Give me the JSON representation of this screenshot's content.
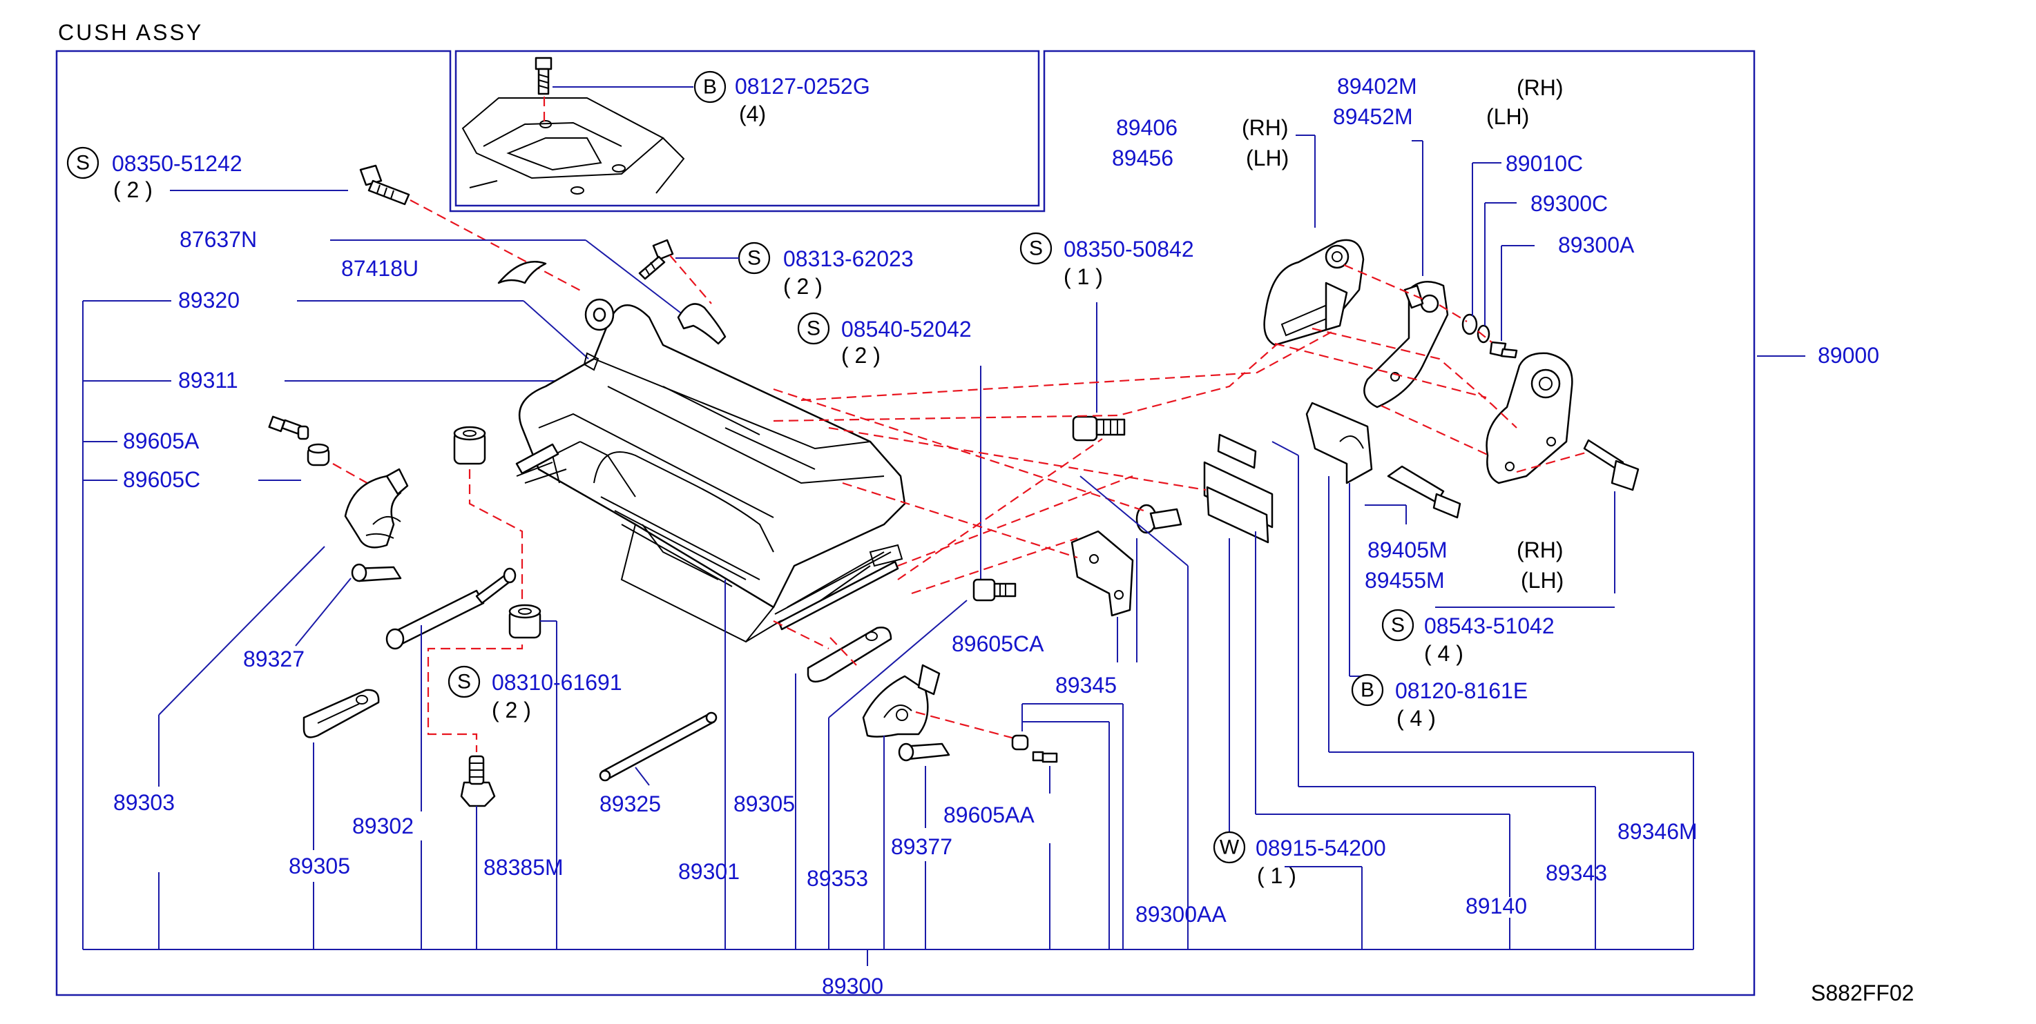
{
  "title": "CUSH ASSY",
  "figure_code": "S882FF02",
  "callouts": {
    "b_0812702520": {
      "symbol": "B",
      "part": "08127-0252G",
      "qty": "(4)"
    },
    "s_0835051242": {
      "symbol": "S",
      "part": "08350-51242",
      "qty": "( 2 )"
    },
    "s_0831362023": {
      "symbol": "S",
      "part": "08313-62023",
      "qty": "( 2 )"
    },
    "s_0854052042": {
      "symbol": "S",
      "part": "08540-52042",
      "qty": "( 2 )"
    },
    "s_0835050842": {
      "symbol": "S",
      "part": "08350-50842",
      "qty": "( 1 )"
    },
    "s_0831061691": {
      "symbol": "S",
      "part": "08310-61691",
      "qty": "( 2 )"
    },
    "s_0854351042": {
      "symbol": "S",
      "part": "08543-51042",
      "qty": "( 4 )"
    },
    "b_081208161e": {
      "symbol": "B",
      "part": "08120-8161E",
      "qty": "( 4 )"
    },
    "w_0891554200": {
      "symbol": "W",
      "part": "08915-54200",
      "qty": "( 1 )"
    }
  },
  "parts": {
    "p87637n": "87637N",
    "p87418u": "87418U",
    "p89320": "89320",
    "p89311": "89311",
    "p89605a": "89605A",
    "p89605c": "89605C",
    "p89327": "89327",
    "p89303": "89303",
    "p89302": "89302",
    "p89305a": "89305",
    "p89305b": "89305",
    "p88385m": "88385M",
    "p89325": "89325",
    "p89301": "89301",
    "p89353": "89353",
    "p89377": "89377",
    "p89605aa": "89605AA",
    "p89605ca": "89605CA",
    "p89345": "89345",
    "p89300aa": "89300AA",
    "p89300": "89300",
    "p89406": "89406",
    "p89456": "89456",
    "p89402m": "89402M",
    "p89452m": "89452M",
    "p89010c": "89010C",
    "p89300c": "89300C",
    "p89300a": "89300A",
    "p89000": "89000",
    "p89405m": "89405M",
    "p89455m": "89455M",
    "p89140": "89140",
    "p89343": "89343",
    "p89346m": "89346M"
  },
  "side_labels": {
    "rh1": "(RH)",
    "lh1": "(LH)",
    "rh2": "(RH)",
    "lh2": "(LH)",
    "rh3": "(RH)",
    "lh3": "(LH)"
  }
}
